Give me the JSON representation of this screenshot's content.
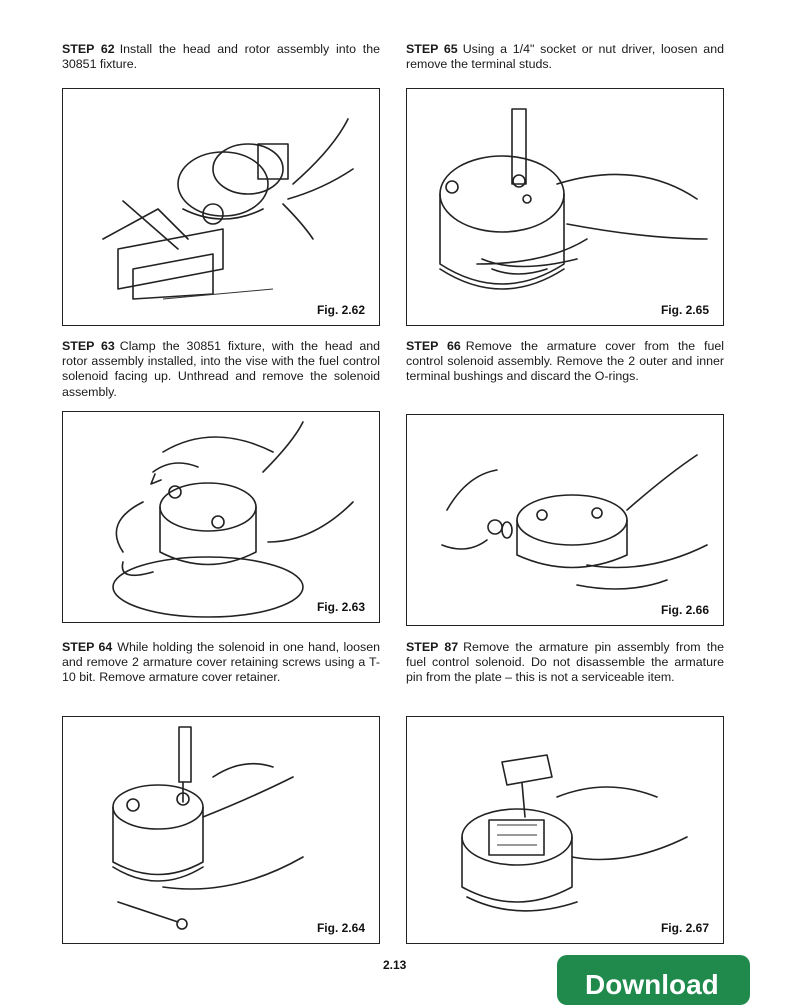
{
  "steps": [
    {
      "label": "STEP 62",
      "text": "Install the head and rotor assembly into the 30851 fixture.",
      "figure": "Fig. 2.62"
    },
    {
      "label": "STEP 65",
      "text": "Using a 1/4\" socket or nut driver, loosen and remove the terminal studs.",
      "figure": "Fig. 2.65"
    },
    {
      "label": "STEP 63",
      "text": "Clamp the 30851 fixture, with the head and rotor assembly installed, into the vise with the fuel control solenoid facing up. Unthread and remove the solenoid assembly.",
      "figure": "Fig. 2.63"
    },
    {
      "label": "STEP 66",
      "text": "Remove the armature cover from the fuel control solenoid assembly. Remove the 2 outer and inner terminal bushings and discard the O-rings.",
      "figure": "Fig. 2.66"
    },
    {
      "label": "STEP 64",
      "text": "While holding the solenoid in one hand, loosen and remove 2 armature cover retaining screws using a T-10 bit. Remove armature cover retainer.",
      "figure": "Fig. 2.64"
    },
    {
      "label": "STEP 87",
      "text": "Remove the armature pin assembly from the fuel control solenoid. Do not disassemble the armature pin from the plate – this is not a serviceable item.",
      "figure": "Fig. 2.67"
    }
  ],
  "page_number": "2.13",
  "download_button": "Download"
}
